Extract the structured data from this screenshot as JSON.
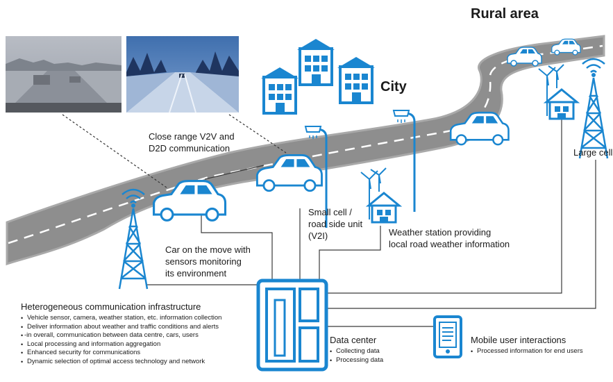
{
  "labels": {
    "rural": "Rural area",
    "city": "City",
    "v2v": [
      "Close range V2V and",
      "D2D communication"
    ],
    "car": [
      "Car on the move with",
      "sensors monitoring",
      "its environment"
    ],
    "small_cell": [
      "Small cell /",
      "road side unit",
      "(V2I)"
    ],
    "weather": [
      "Weather station providing",
      "local road weather information"
    ],
    "large_cell": "Large cell"
  },
  "infrastructure": {
    "title": "Heterogeneous communication infrastructure",
    "bullets": [
      "Vehicle sensor, camera, weather station, etc. information collection",
      "Deliver information about weather and traffic conditions and alerts",
      "-in overall, communication between data centre, cars, users",
      "Local processing and information aggregation",
      "Enhanced security for communications",
      "Dynamic selection of optimal access technology and network"
    ]
  },
  "data_center": {
    "title": "Data center",
    "bullets": [
      "Collecting data",
      "Processing data"
    ]
  },
  "mobile": {
    "title": "Mobile user interactions",
    "bullets": [
      "Processed information for end users"
    ]
  },
  "colors": {
    "accent": "#1a86d0",
    "road": "#8e8e8e",
    "road_edge": "#a9a9a9",
    "car_fill": "#ffffff"
  },
  "icons": [
    "car-icon",
    "cell-tower-icon",
    "street-light-icon",
    "weather-station-icon",
    "building-icon",
    "data-center-icon",
    "tablet-icon"
  ]
}
